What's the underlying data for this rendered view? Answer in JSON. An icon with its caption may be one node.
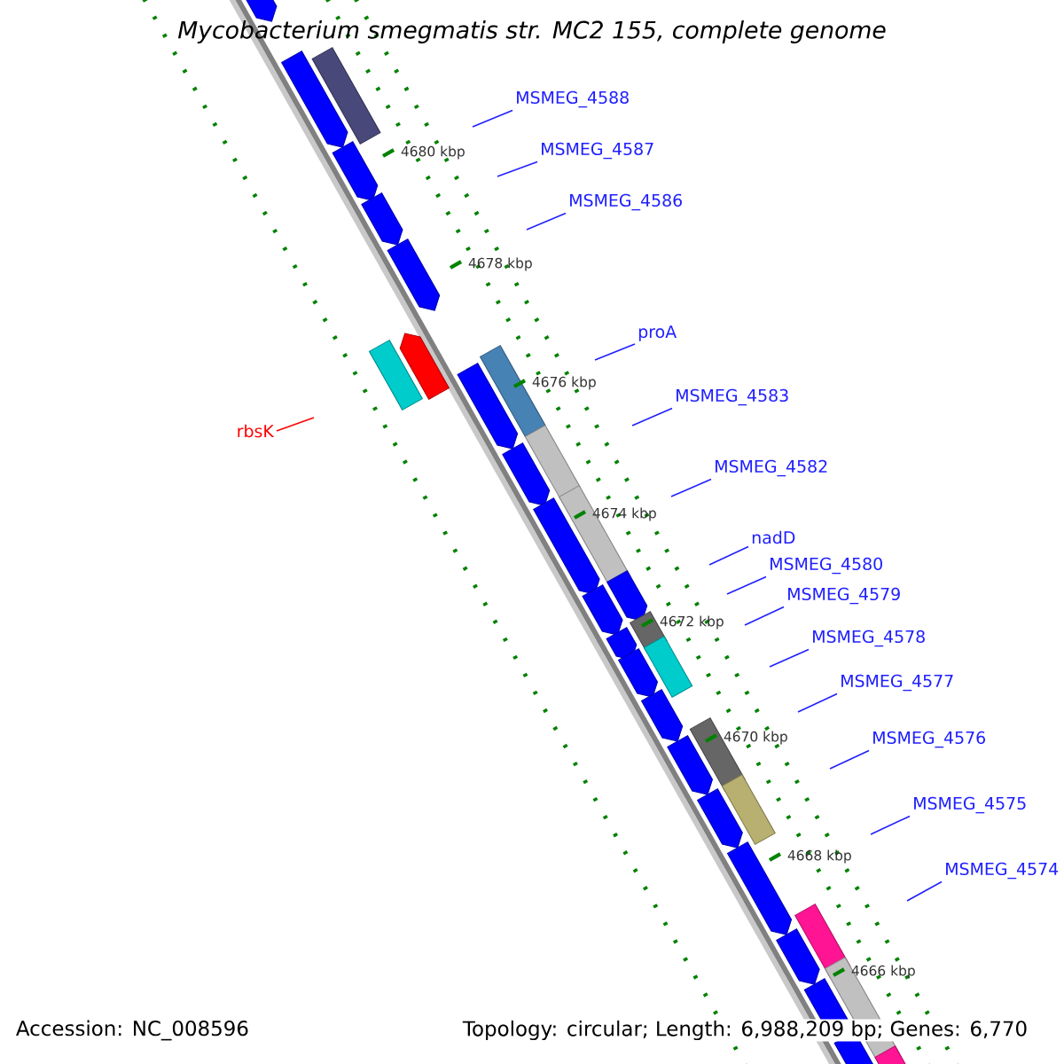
{
  "diagram": {
    "title": "Mycobacterium smegmatis str. MC2 155, complete genome",
    "nodes": [
      {
        "text": [
          "MSMEG_4588"
        ]
      },
      {
        "text": [
          "MSMEG_4587"
        ]
      },
      {
        "text": [
          "MSMEG_4586"
        ]
      },
      {
        "text": [
          "proA"
        ]
      },
      {
        "text": [
          "MSMEG_4583"
        ]
      },
      {
        "text": [
          "rbsK"
        ]
      },
      {
        "text": [
          "MSMEG_4582"
        ]
      },
      {
        "text": [
          "nadD"
        ]
      },
      {
        "text": [
          "MSMEG_4580"
        ]
      },
      {
        "text": [
          "MSMEG_4579"
        ]
      },
      {
        "text": [
          "MSMEG_4578"
        ]
      },
      {
        "text": [
          "MSMEG_4577"
        ]
      },
      {
        "text": [
          "MSMEG_4576"
        ]
      },
      {
        "text": [
          "MSMEG_4575"
        ]
      },
      {
        "text": [
          "MSMEG_4574"
        ]
      }
    ],
    "edges": [
      {
        "from": 0,
        "to": null,
        "arrow": "none"
      },
      {
        "from": 1,
        "to": null,
        "arrow": "none"
      },
      {
        "from": 2,
        "to": null,
        "arrow": "none"
      },
      {
        "from": 3,
        "to": null,
        "arrow": "none"
      },
      {
        "from": 4,
        "to": null,
        "arrow": "none"
      },
      {
        "from": 5,
        "to": null,
        "arrow": "none",
        "color": "#ff0000"
      },
      {
        "from": 6,
        "to": null,
        "arrow": "none"
      },
      {
        "from": 7,
        "to": null,
        "arrow": "none"
      },
      {
        "from": 8,
        "to": null,
        "arrow": "none"
      },
      {
        "from": 9,
        "to": null,
        "arrow": "none"
      },
      {
        "from": 10,
        "to": null,
        "arrow": "none"
      },
      {
        "from": 11,
        "to": null,
        "arrow": "none"
      },
      {
        "from": 12,
        "to": null,
        "arrow": "none"
      },
      {
        "from": 13,
        "to": null,
        "arrow": "none"
      },
      {
        "from": 14,
        "to": null,
        "arrow": "none"
      }
    ],
    "labels": [
      "4680 kbp",
      "4678 kbp",
      "4676 kbp",
      "4674 kbp",
      "4672 kbp",
      "4670 kbp",
      "4668 kbp",
      "4666 kbp",
      "Accession: NC_008596",
      "Topology: circular; Length: 6,988,209 bp; Genes: 6,770"
    ]
  }
}
